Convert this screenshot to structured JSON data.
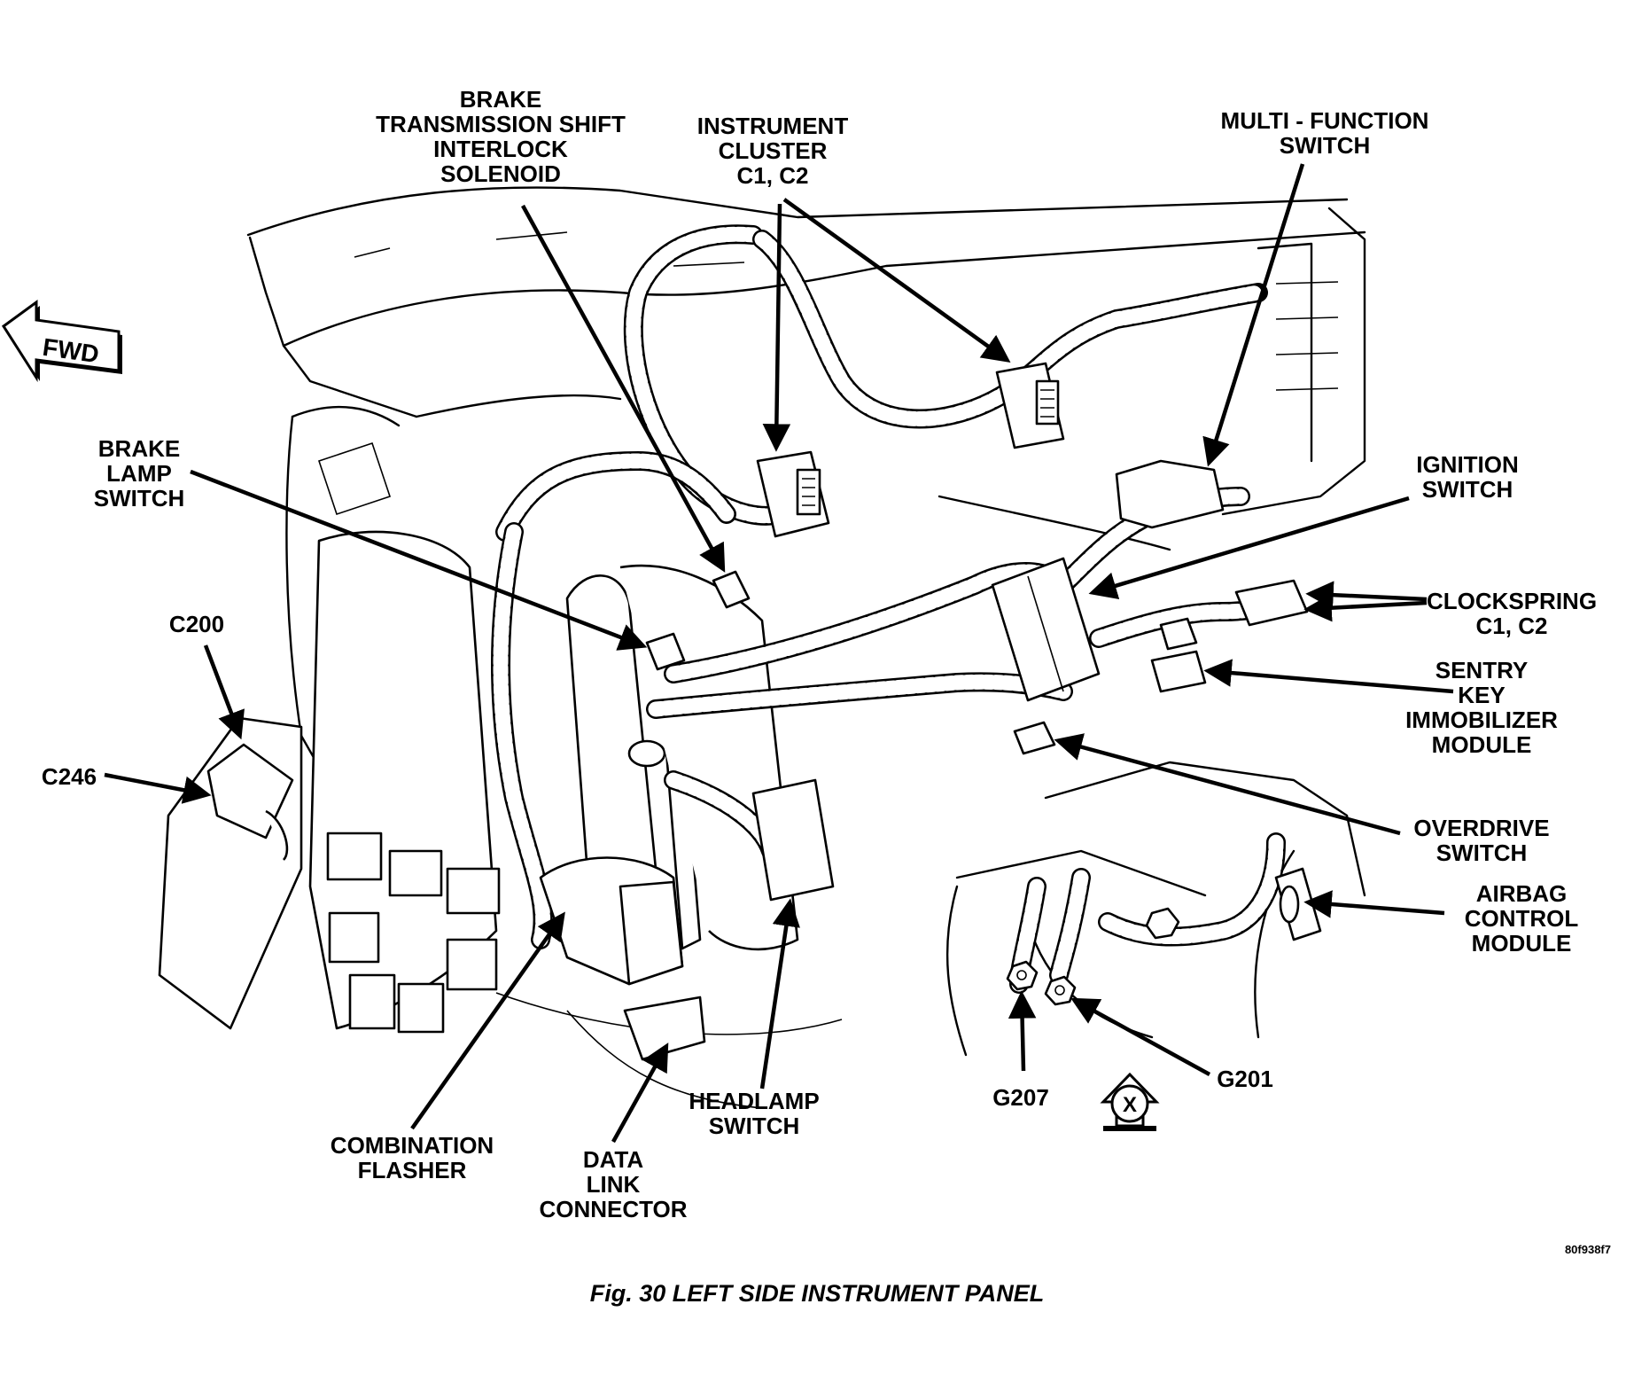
{
  "figure": {
    "caption": "Fig. 30 LEFT SIDE INSTRUMENT PANEL",
    "drawing_code": "80f938f7",
    "direction_marker": "FWD",
    "view_marker": "X"
  },
  "callouts": {
    "brake_tsi_solenoid": [
      "BRAKE",
      "TRANSMISSION SHIFT",
      "INTERLOCK",
      "SOLENOID"
    ],
    "instrument_cluster": [
      "INSTRUMENT",
      "CLUSTER",
      "C1, C2"
    ],
    "multi_function_switch": [
      "MULTI - FUNCTION",
      "SWITCH"
    ],
    "brake_lamp_switch": [
      "BRAKE",
      "LAMP",
      "SWITCH"
    ],
    "ignition_switch": [
      "IGNITION",
      "SWITCH"
    ],
    "clockspring": [
      "CLOCKSPRING",
      "C1, C2"
    ],
    "c200": [
      "C200"
    ],
    "sentry_key": [
      "SENTRY",
      "KEY",
      "IMMOBILIZER",
      "MODULE"
    ],
    "c246": [
      "C246"
    ],
    "overdrive_switch": [
      "OVERDRIVE",
      "SWITCH"
    ],
    "airbag_control": [
      "AIRBAG",
      "CONTROL",
      "MODULE"
    ],
    "headlamp_switch": [
      "HEADLAMP",
      "SWITCH"
    ],
    "g207": [
      "G207"
    ],
    "g201": [
      "G201"
    ],
    "combination_flasher": [
      "COMBINATION",
      "FLASHER"
    ],
    "data_link_connector": [
      "DATA",
      "LINK",
      "CONNECTOR"
    ]
  }
}
